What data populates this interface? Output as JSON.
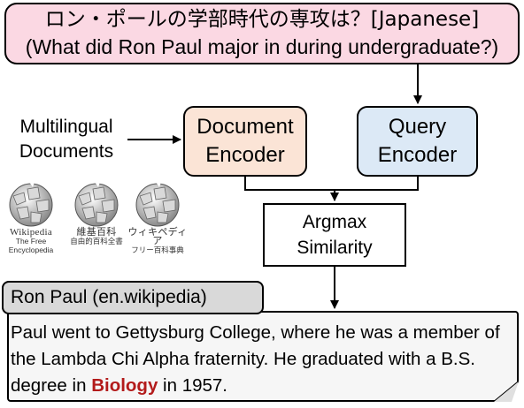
{
  "query": {
    "japanese": "ロン・ポールの学部時代の専攻は？[Japanese]",
    "english": "(What did Ron Paul major in during undergraduate?)"
  },
  "document_encoder": {
    "line1": "Document",
    "line2": "Encoder"
  },
  "query_encoder": {
    "line1": "Query",
    "line2": "Encoder"
  },
  "argmax": {
    "line1": "Argmax",
    "line2": "Similarity"
  },
  "source": {
    "line1": "Multilingual",
    "line2": "Documents"
  },
  "logos": [
    {
      "icon": "wikipedia-globe-icon",
      "title": "Wikipedia",
      "subtitle": "The Free Encyclopedia"
    },
    {
      "icon": "wikipedia-globe-icon",
      "title": "維基百科",
      "subtitle": "自由的百科全書"
    },
    {
      "icon": "wikipedia-globe-icon",
      "title": "ウィキペディア",
      "subtitle": "フリー百科事典"
    }
  ],
  "result": {
    "tab_label": "Ron Paul (en.wikipedia)",
    "text_part1": "Paul went to Gettysburg College, where he was a member of the Lambda Chi Alpha fraternity. He graduated with a B.S. degree in ",
    "highlight": "Biology",
    "text_part2": " in 1957."
  },
  "colors": {
    "query_fill": "#fbd8e3",
    "document_encoder_fill": "#fbe4d6",
    "query_encoder_fill": "#dce9f6",
    "highlight": "#b31b1b",
    "tab_fill": "#d9d9d9"
  }
}
